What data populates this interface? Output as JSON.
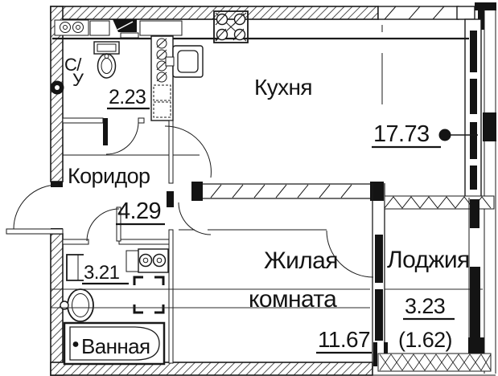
{
  "plan": {
    "background": "#ffffff",
    "line_color": "#1a1a1a",
    "rooms": {
      "wc": {
        "name_line1": "С/",
        "name_line2": "У",
        "area": "2.23"
      },
      "kitchen": {
        "name": "Кухня",
        "area": "17.73"
      },
      "corridor": {
        "name": "Коридор",
        "area": "4.29"
      },
      "bathroom": {
        "area": "3.21",
        "tub_label": "Ванная"
      },
      "living_room": {
        "name_line1": "Жилая",
        "name_line2": "комната",
        "area": "11.67"
      },
      "loggia": {
        "name": "Лоджия",
        "area": "3.23",
        "area_coefficient": "(1.62)"
      }
    }
  }
}
